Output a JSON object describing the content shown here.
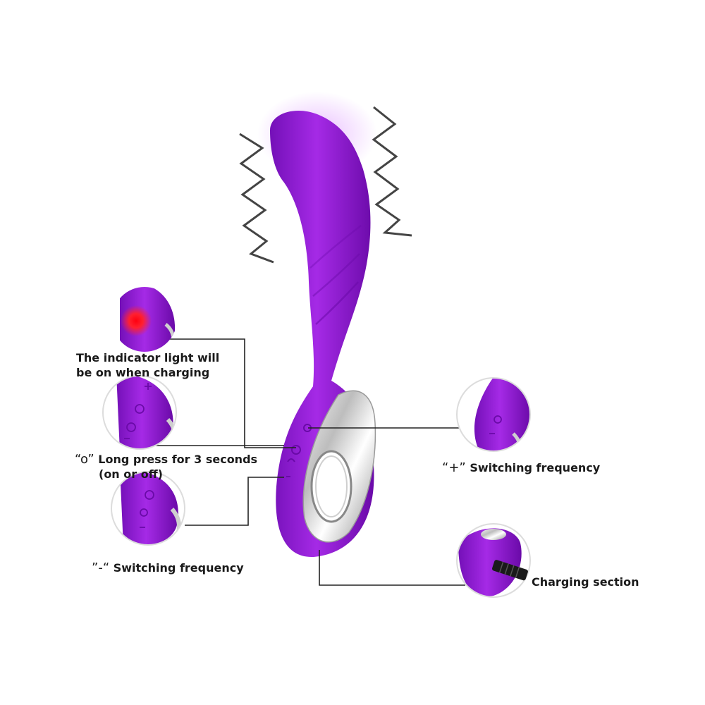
{
  "labels": {
    "indicator_line1": "The indicator light will",
    "indicator_line2": "be on when charging",
    "power_key": "“o”",
    "power_line1": "Long press for 3 seconds",
    "power_line2": "(on or off)",
    "minus_key": "”-“",
    "minus_text": "Switching frequency",
    "plus_key": "“+”",
    "plus_text": "Switching frequency",
    "charging": "Charging section"
  },
  "colors": {
    "body_purple": "#9a1fd8",
    "body_dark": "#6e0fb0",
    "chrome": "#d8d8d8",
    "indicator_red": "#ff1020",
    "leader_line": "#222222",
    "vibration_zigzag": "#444444"
  },
  "icons": {
    "vibration": "zigzag-vibration-icon",
    "indicator": "red-led-icon",
    "plug": "dc-plug-icon"
  }
}
